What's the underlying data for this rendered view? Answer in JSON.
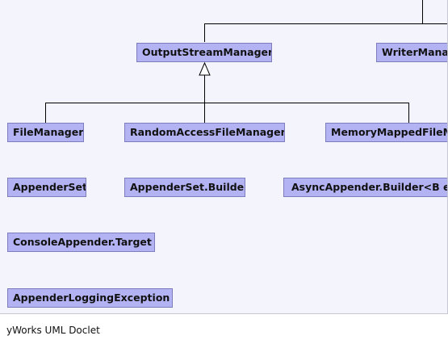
{
  "diagram": {
    "nodes": {
      "output_stream_manager": "OutputStreamManager",
      "writer_manager": "WriterManager",
      "file_manager": "FileManager",
      "random_access_file_manager": "RandomAccessFileManager",
      "memory_mapped_file_manager": "MemoryMappedFileManager",
      "appender_set": "AppenderSet",
      "appender_set_builder": "AppenderSet.Builder",
      "async_appender_builder": "AsyncAppender.Builder<B extends AsyncAppender.Builder<B>>",
      "console_appender_target": "ConsoleAppender.Target",
      "appender_logging_exception": "AppenderLoggingException"
    }
  },
  "footer": {
    "label": "yWorks UML Doclet"
  }
}
